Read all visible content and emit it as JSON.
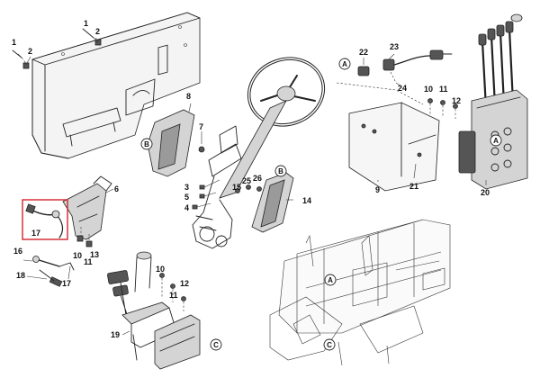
{
  "labels": [
    {
      "id": "l1",
      "text": "1"
    },
    {
      "id": "l2",
      "text": "2"
    },
    {
      "id": "l3",
      "text": "1"
    },
    {
      "id": "l4",
      "text": "2"
    },
    {
      "id": "l5",
      "text": "6"
    },
    {
      "id": "l6",
      "text": "17"
    },
    {
      "id": "l7",
      "text": "17"
    },
    {
      "id": "l8",
      "text": "16"
    },
    {
      "id": "l9",
      "text": "18"
    },
    {
      "id": "l10",
      "text": "10"
    },
    {
      "id": "l11",
      "text": "11"
    },
    {
      "id": "l12",
      "text": "13"
    },
    {
      "id": "l13",
      "text": "8"
    },
    {
      "id": "l14",
      "text": "7"
    },
    {
      "id": "l15",
      "text": "3"
    },
    {
      "id": "l16",
      "text": "5"
    },
    {
      "id": "l17",
      "text": "4"
    },
    {
      "id": "l18",
      "text": "15"
    },
    {
      "id": "l19",
      "text": "25"
    },
    {
      "id": "l20",
      "text": "26"
    },
    {
      "id": "l21",
      "text": "14"
    },
    {
      "id": "l22",
      "text": "22"
    },
    {
      "id": "l23",
      "text": "23"
    },
    {
      "id": "l24",
      "text": "24"
    },
    {
      "id": "l25",
      "text": "9"
    },
    {
      "id": "l26",
      "text": "21"
    },
    {
      "id": "l27",
      "text": "10"
    },
    {
      "id": "l28",
      "text": "11"
    },
    {
      "id": "l29",
      "text": "12"
    },
    {
      "id": "l30",
      "text": "20"
    },
    {
      "id": "l31",
      "text": "10"
    },
    {
      "id": "l32",
      "text": "11"
    },
    {
      "id": "l33",
      "text": "12"
    },
    {
      "id": "l34",
      "text": "19"
    }
  ],
  "callouts": [
    {
      "id": "c1",
      "text": "B"
    },
    {
      "id": "c2",
      "text": "B"
    },
    {
      "id": "c3",
      "text": "A"
    },
    {
      "id": "c4",
      "text": "A"
    },
    {
      "id": "c5",
      "text": "C"
    },
    {
      "id": "c6",
      "text": "C"
    }
  ],
  "highlight_color": "#d2232a"
}
